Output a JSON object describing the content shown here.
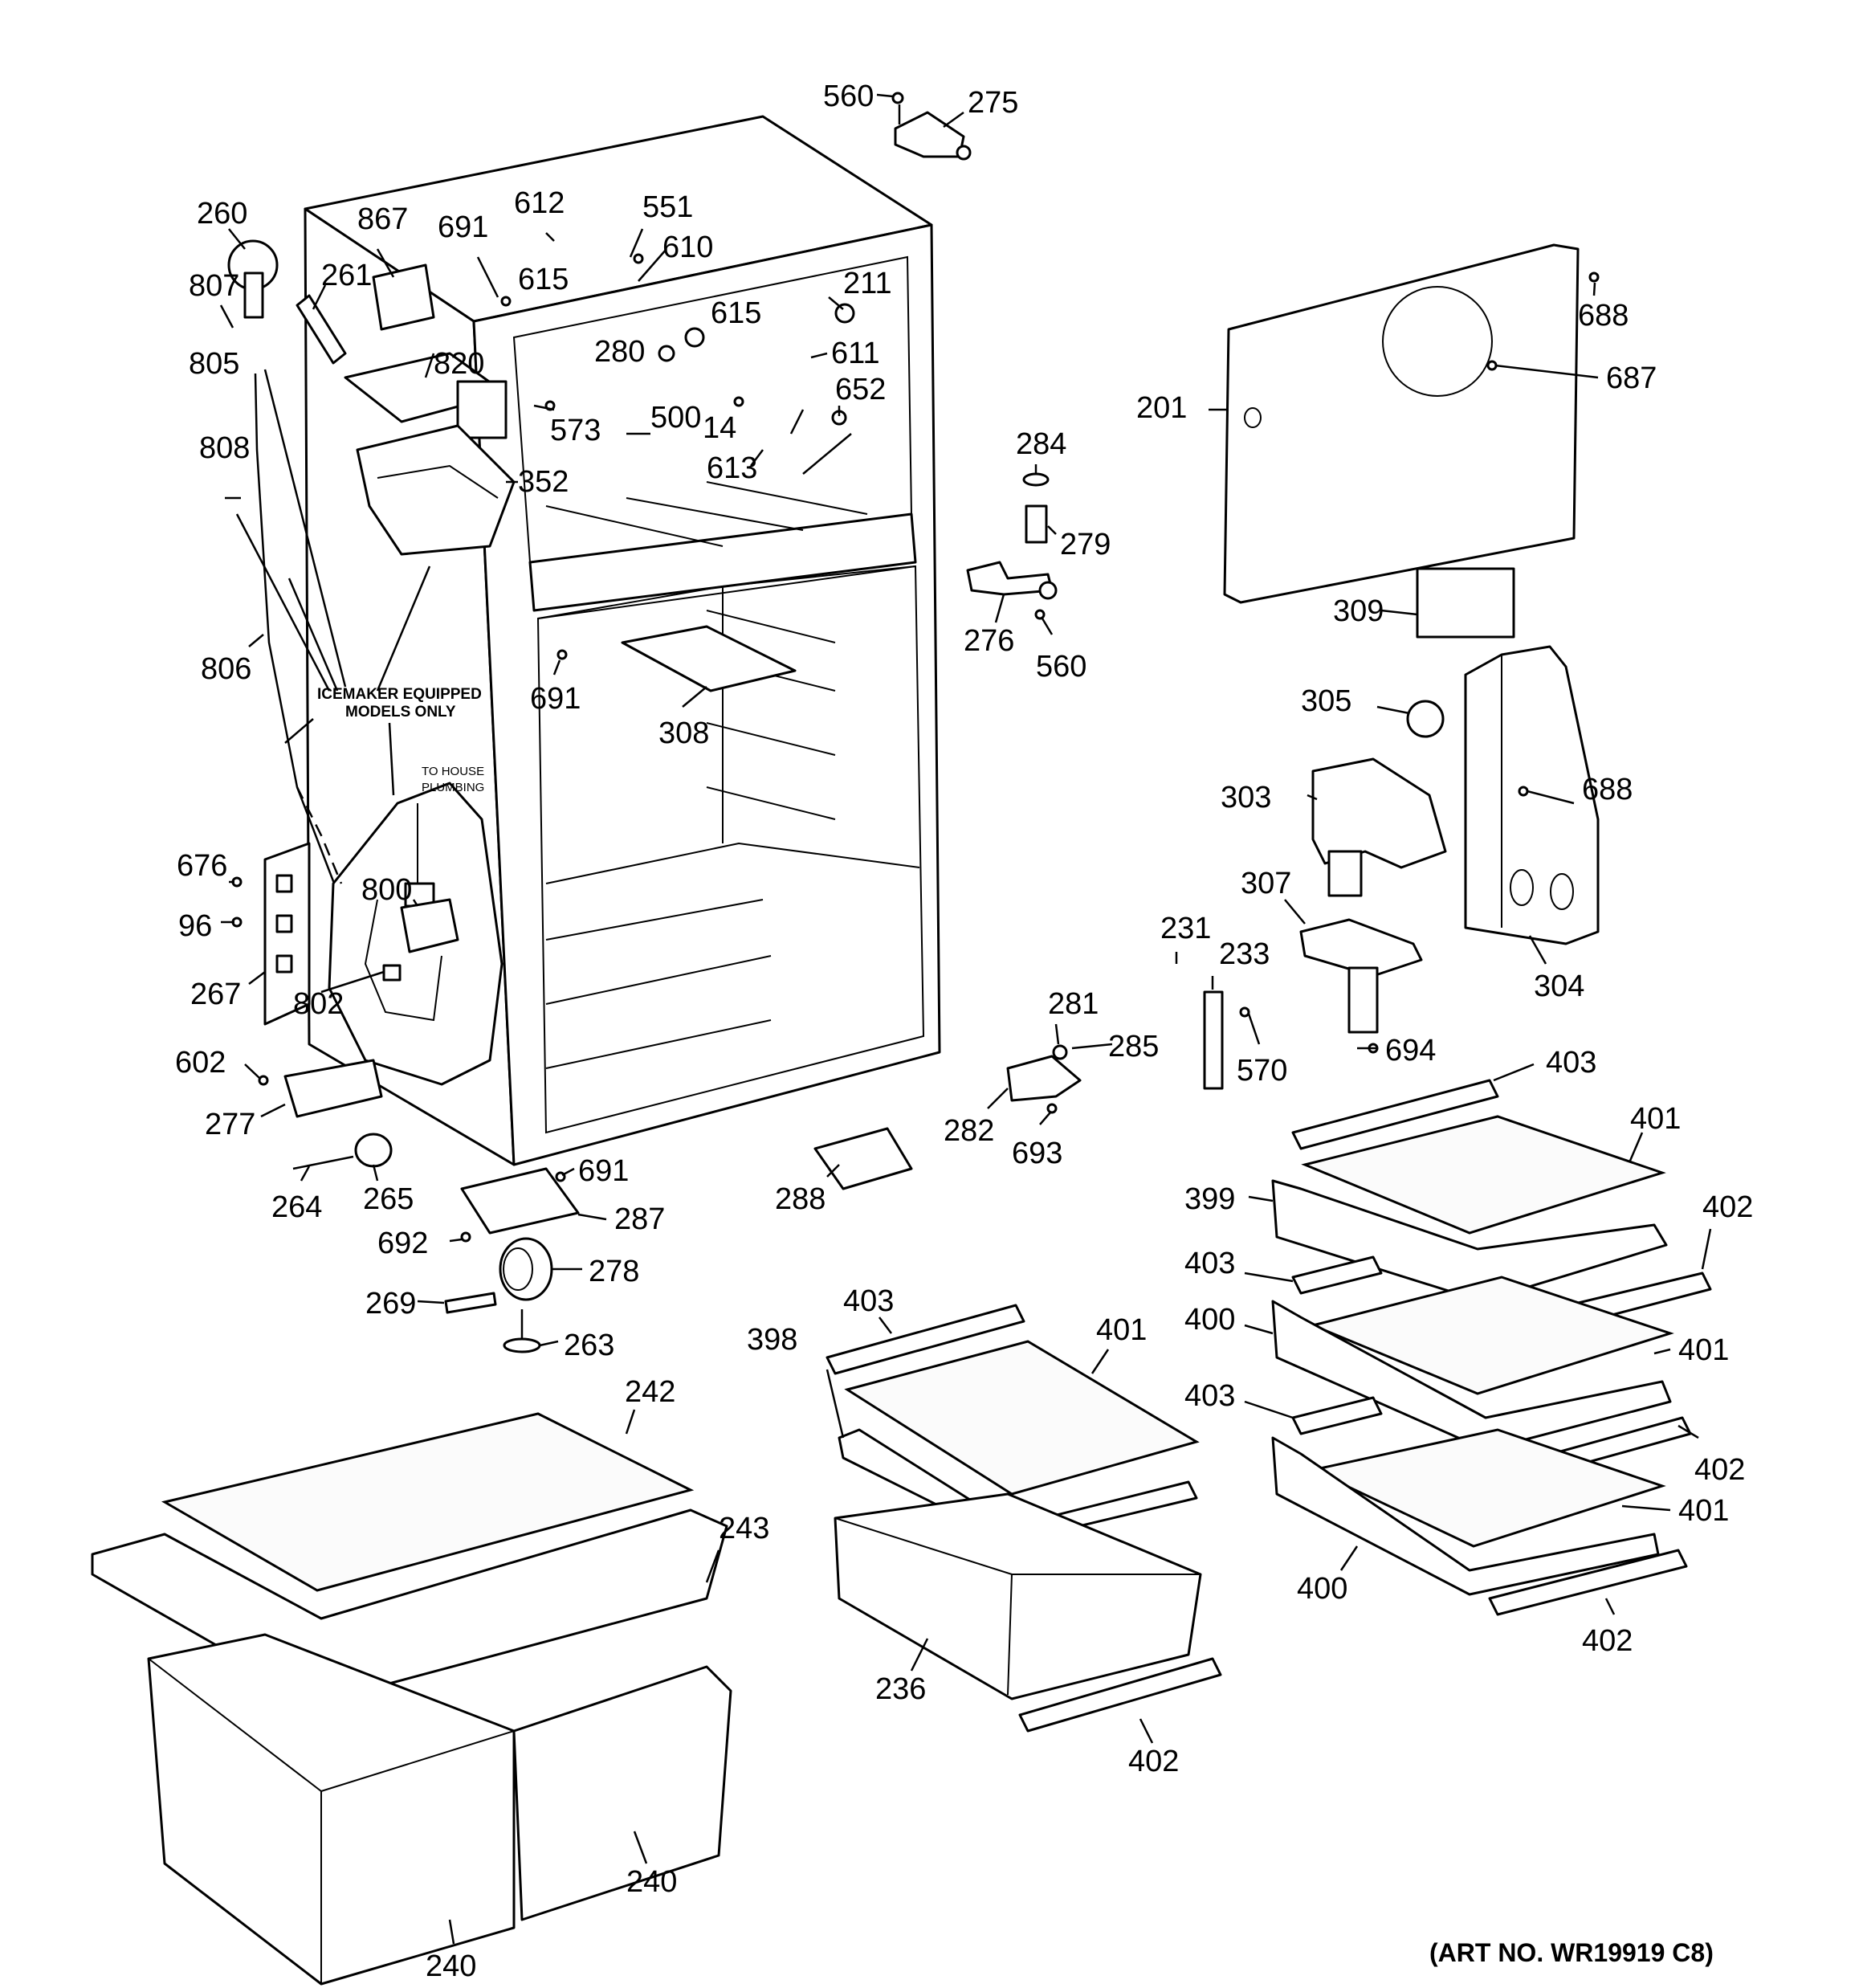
{
  "notes": {
    "icemaker_line1": "ICEMAKER EQUIPPED",
    "icemaker_line2": "MODELS ONLY",
    "plumbing_line1": "TO HOUSE",
    "plumbing_line2": "PLUMBING",
    "art_number": "(ART NO. WR19919 C8)"
  },
  "part_labels": [
    "560",
    "275",
    "260",
    "867",
    "612",
    "691",
    "551",
    "610",
    "807",
    "261",
    "615",
    "211",
    "615",
    "280",
    "611",
    "805",
    "820",
    "573",
    "500",
    "14",
    "652",
    "613",
    "352",
    "808",
    "806",
    "691",
    "308",
    "284",
    "279",
    "276",
    "560",
    "201",
    "688",
    "687",
    "309",
    "305",
    "303",
    "688",
    "307",
    "304",
    "676",
    "96",
    "800",
    "267",
    "802",
    "231",
    "233",
    "281",
    "285",
    "570",
    "694",
    "602",
    "277",
    "691",
    "264",
    "265",
    "287",
    "692",
    "278",
    "269",
    "263",
    "288",
    "282",
    "693",
    "403",
    "401",
    "399",
    "402",
    "403",
    "400",
    "401",
    "403",
    "402",
    "401",
    "400",
    "402",
    "403",
    "401",
    "398",
    "242",
    "243",
    "236",
    "402",
    "240",
    "240"
  ]
}
